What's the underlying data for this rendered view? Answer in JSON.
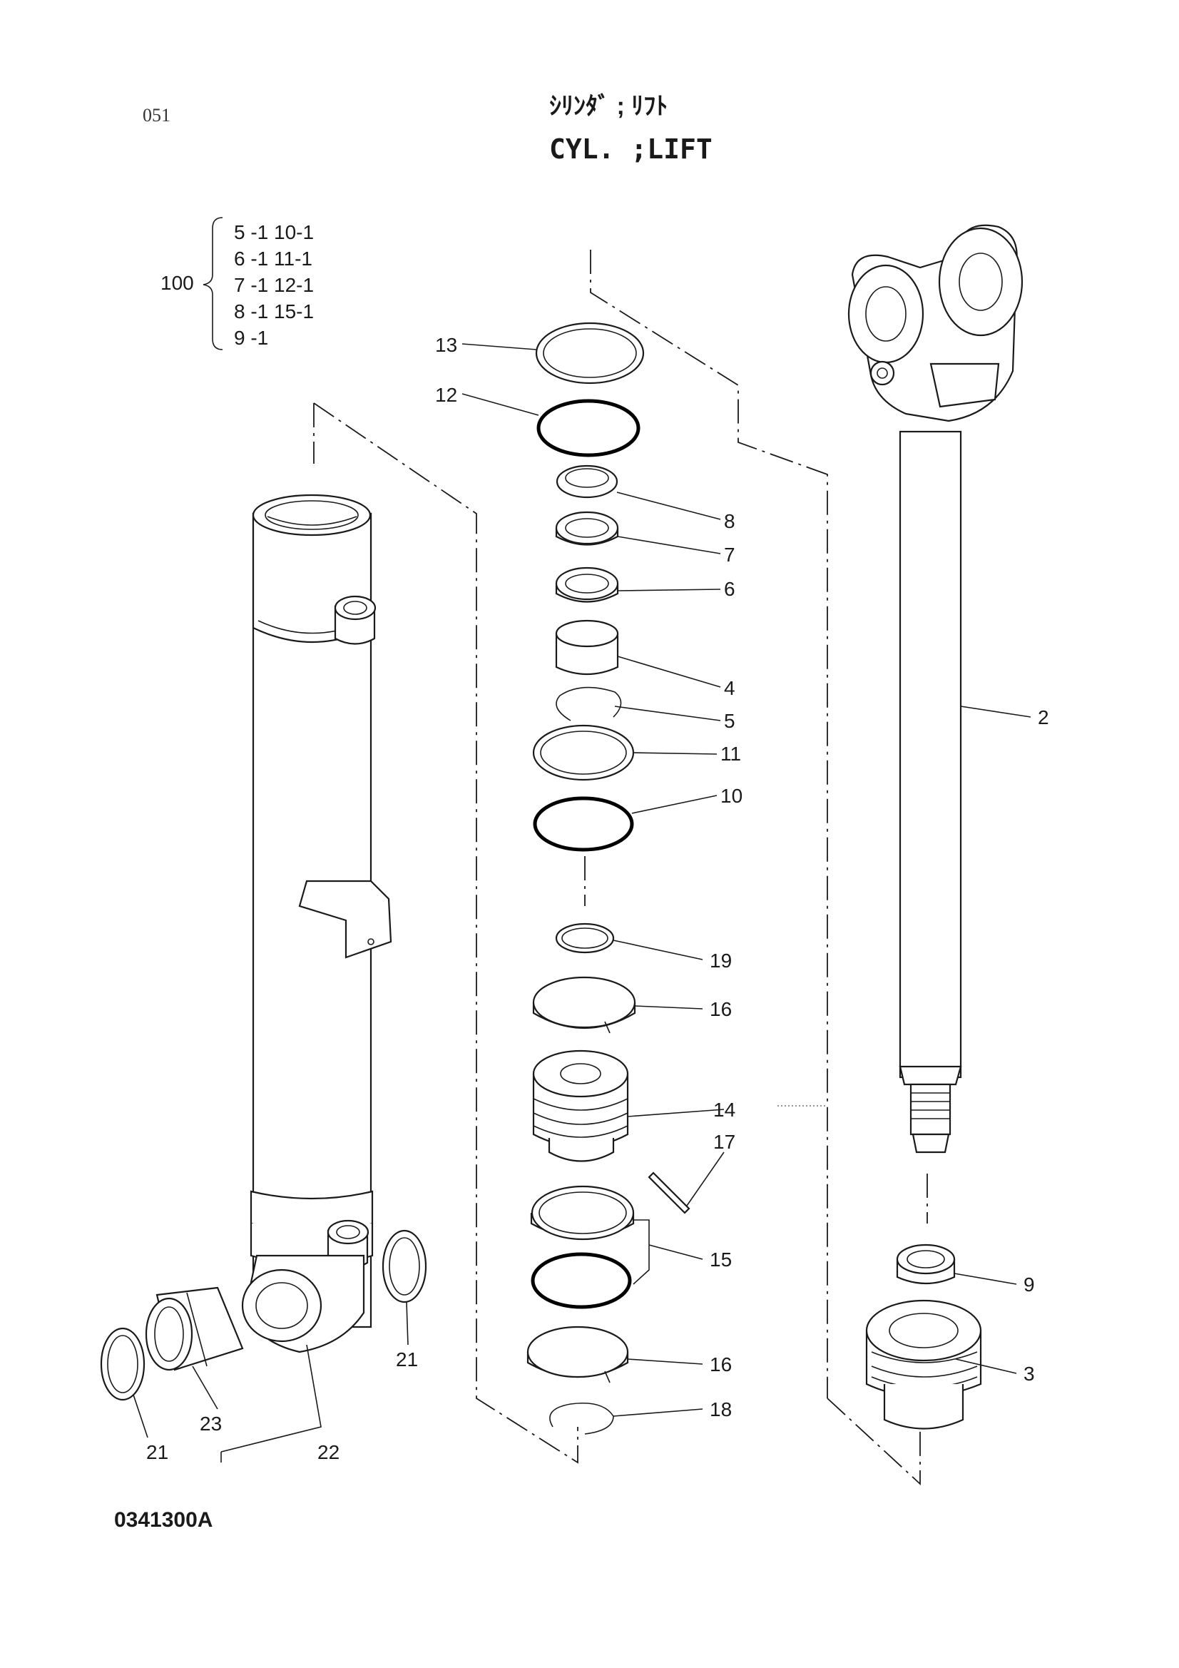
{
  "page_number": "051",
  "title_jp": "ｼﾘﾝﾀﾞ ; ﾘﾌﾄ",
  "title_en": "CYL. ;LIFT",
  "kit": {
    "number": "100",
    "contents": [
      "5 -1  10-1",
      "6 -1  11-1",
      "7 -1  12-1",
      "8 -1  15-1",
      "9 -1"
    ]
  },
  "callouts": [
    "13",
    "12",
    "8",
    "7",
    "6",
    "4",
    "5",
    "11",
    "10",
    "19",
    "16",
    "14",
    "17",
    "15",
    "16",
    "18",
    "2",
    "9",
    "3",
    "21",
    "21",
    "23",
    "22"
  ],
  "drawing_number": "0341300A"
}
